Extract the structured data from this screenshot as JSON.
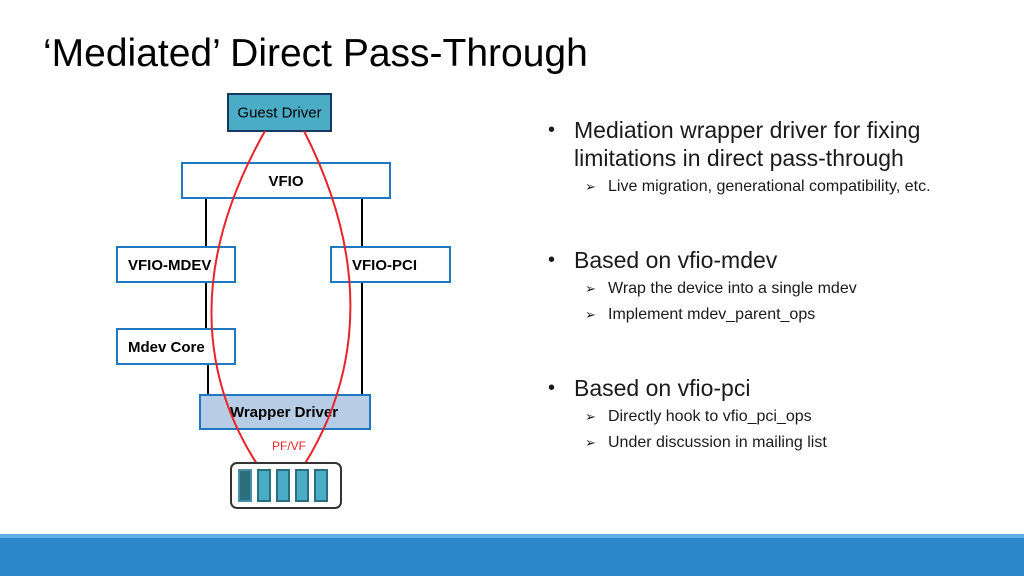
{
  "title": "‘Mediated’ Direct Pass-Through",
  "diagram": {
    "guest_driver": "Guest Driver",
    "vfio": "VFIO",
    "vfio_mdev": "VFIO-MDEV",
    "vfio_pci": "VFIO-PCI",
    "mdev_core": "Mdev Core",
    "wrapper_driver": "Wrapper Driver",
    "pf_vf": "PF/VF",
    "colors": {
      "box_border": "#1f78c0",
      "guest_fill": "#4bacc6",
      "wrapper_fill": "#b7cde6",
      "arrow": "#e8242b",
      "device_fill": "#2b6f7f"
    }
  },
  "bullets": [
    {
      "text": "Mediation wrapper driver for fixing limitations in direct pass-through",
      "subs": [
        "Live migration, generational compatibility, etc."
      ]
    },
    {
      "text": "Based on vfio-mdev",
      "subs": [
        "Wrap the device into a single mdev",
        "Implement mdev_parent_ops"
      ]
    },
    {
      "text": "Based on vfio-pci",
      "subs": [
        "Directly hook to vfio_pci_ops",
        "Under discussion in mailing list"
      ]
    }
  ],
  "footer": {
    "color": "#2c86c9"
  }
}
